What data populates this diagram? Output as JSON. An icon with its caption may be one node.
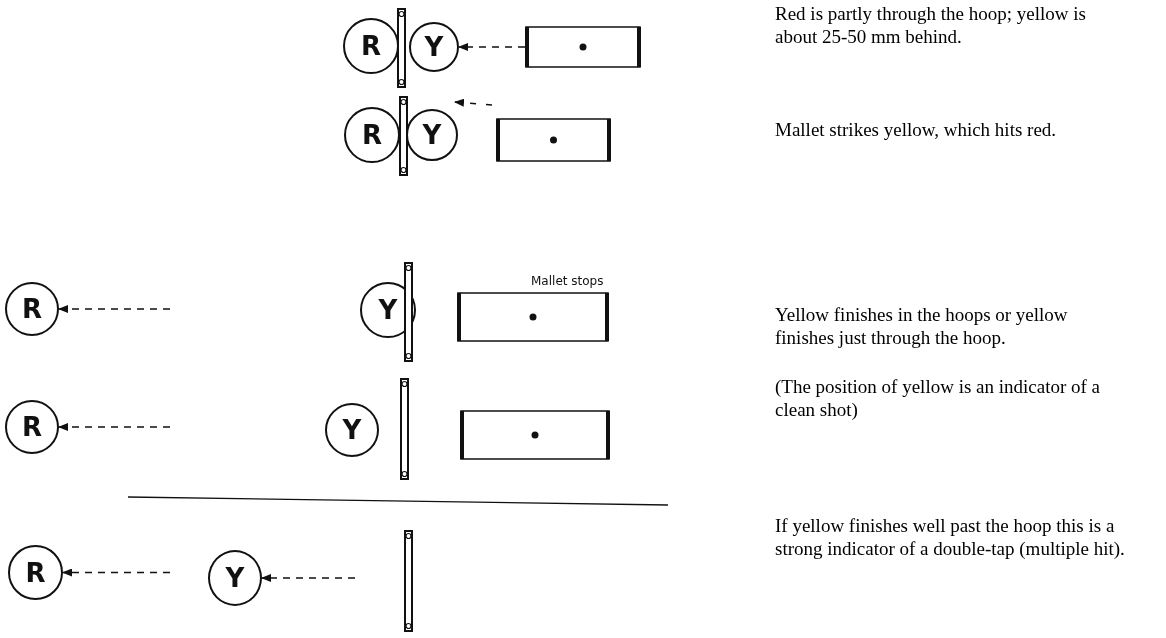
{
  "diagram": {
    "nodes": [
      {
        "text": [
          "R"
        ]
      },
      {
        "text": [],
        "shape": "bar"
      },
      {
        "text": [
          "Y"
        ]
      },
      {
        "text": [],
        "shape": "box"
      },
      {
        "text": [
          "R"
        ]
      },
      {
        "text": [],
        "shape": "bar"
      },
      {
        "text": [
          "Y"
        ]
      },
      {
        "text": [],
        "shape": "box"
      },
      {
        "text": [
          "R"
        ]
      },
      {
        "text": [
          "Y"
        ]
      },
      {
        "text": [],
        "shape": "bar"
      },
      {
        "text": [],
        "shape": "box",
        "beside": [
          "Mallet stops"
        ]
      },
      {
        "text": [
          "R"
        ]
      },
      {
        "text": [
          "Y"
        ]
      },
      {
        "text": [],
        "shape": "bar"
      },
      {
        "text": [],
        "shape": "box"
      },
      {
        "text": [
          "R"
        ]
      },
      {
        "text": [
          "Y"
        ]
      },
      {
        "text": [],
        "shape": "bar"
      }
    ],
    "edges": [
      {
        "from": 3,
        "to": 2,
        "arrow": "to",
        "style": "dashed"
      },
      {
        "from": null,
        "to": 8,
        "arrow": "to",
        "style": "dashed"
      },
      {
        "from": null,
        "to": 12,
        "arrow": "to",
        "style": "dashed"
      },
      {
        "from": null,
        "to": 16,
        "arrow": "to",
        "style": "dashed"
      },
      {
        "from": null,
        "to": 17,
        "arrow": "to",
        "style": "dashed"
      }
    ],
    "labels": [
      "Red is partly through the hoop; yellow is about 25-50 mm behind.",
      "Mallet strikes yellow, which hits red.",
      "Yellow finishes in the hoops or yellow finishes just through the hoop.",
      "(The position of yellow is an indicator of a clean shot)",
      "If yellow finishes well past the hoop this is a strong indicator of a double-tap (multiple hit)."
    ]
  }
}
